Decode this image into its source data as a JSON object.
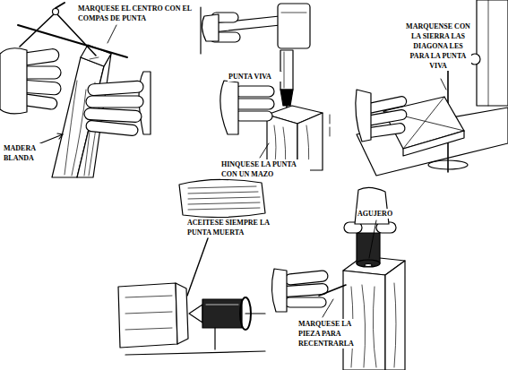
{
  "diagram": {
    "labels": [
      "MARQUESE EL CENTRO CON EL COMPAS DE PUNTA",
      "MADERA BLANDA",
      "PUNTA VIVA",
      "HINQUESE LA PUNTA CON UN MAZO",
      "MARQUENSE CON LA SIERRA LAS DIAGONA LES PARA LA PUNTA VIVA",
      "ACEITESE SIEMPRE LA PUNTA MUERTA",
      "AGUJERO",
      "MARQUESE LA PIEZA PARA RECENTRARLA"
    ]
  }
}
